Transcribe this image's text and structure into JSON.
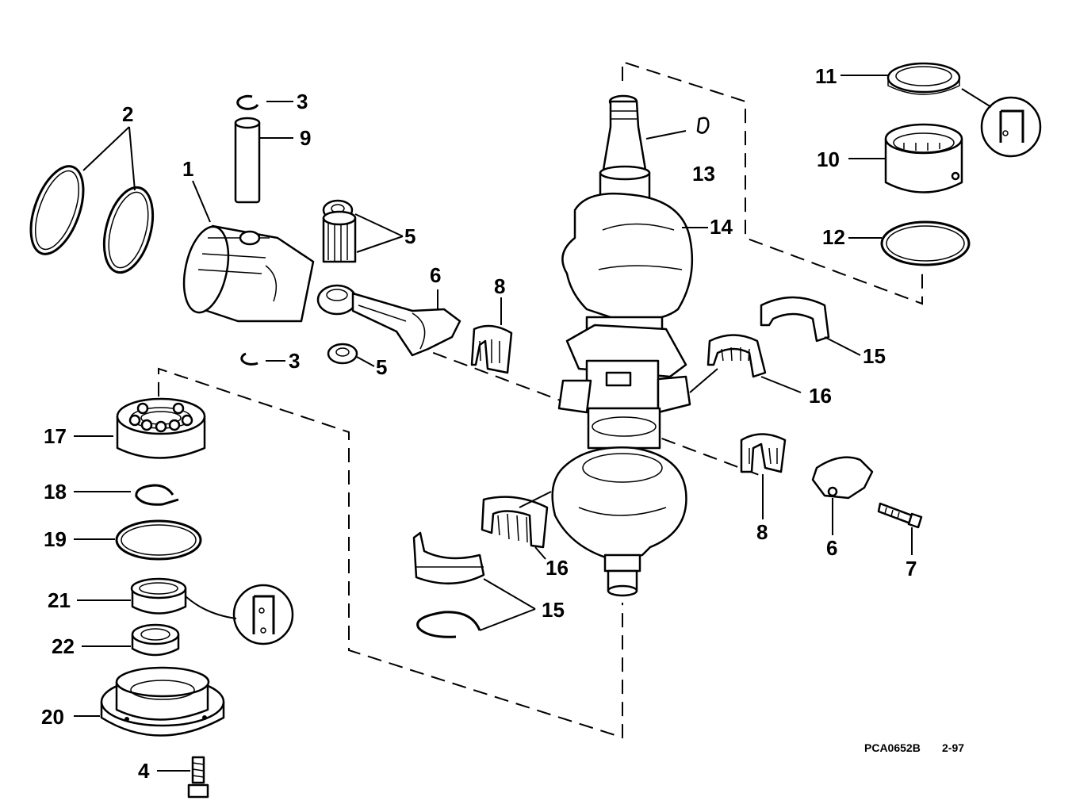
{
  "callouts": {
    "c1": "1",
    "c2": "2",
    "c3a": "3",
    "c3b": "3",
    "c4": "4",
    "c5a": "5",
    "c5b": "5",
    "c6a": "6",
    "c6b": "6",
    "c7": "7",
    "c8a": "8",
    "c8b": "8",
    "c9": "9",
    "c10": "10",
    "c11": "11",
    "c12": "12",
    "c13": "13",
    "c14": "14",
    "c15a": "15",
    "c15b": "15",
    "c16a": "16",
    "c16b": "16",
    "c17": "17",
    "c18": "18",
    "c19": "19",
    "c20": "20",
    "c21": "21",
    "c22": "22"
  },
  "footer": {
    "code": "PCA0652B",
    "date": "2-97"
  }
}
